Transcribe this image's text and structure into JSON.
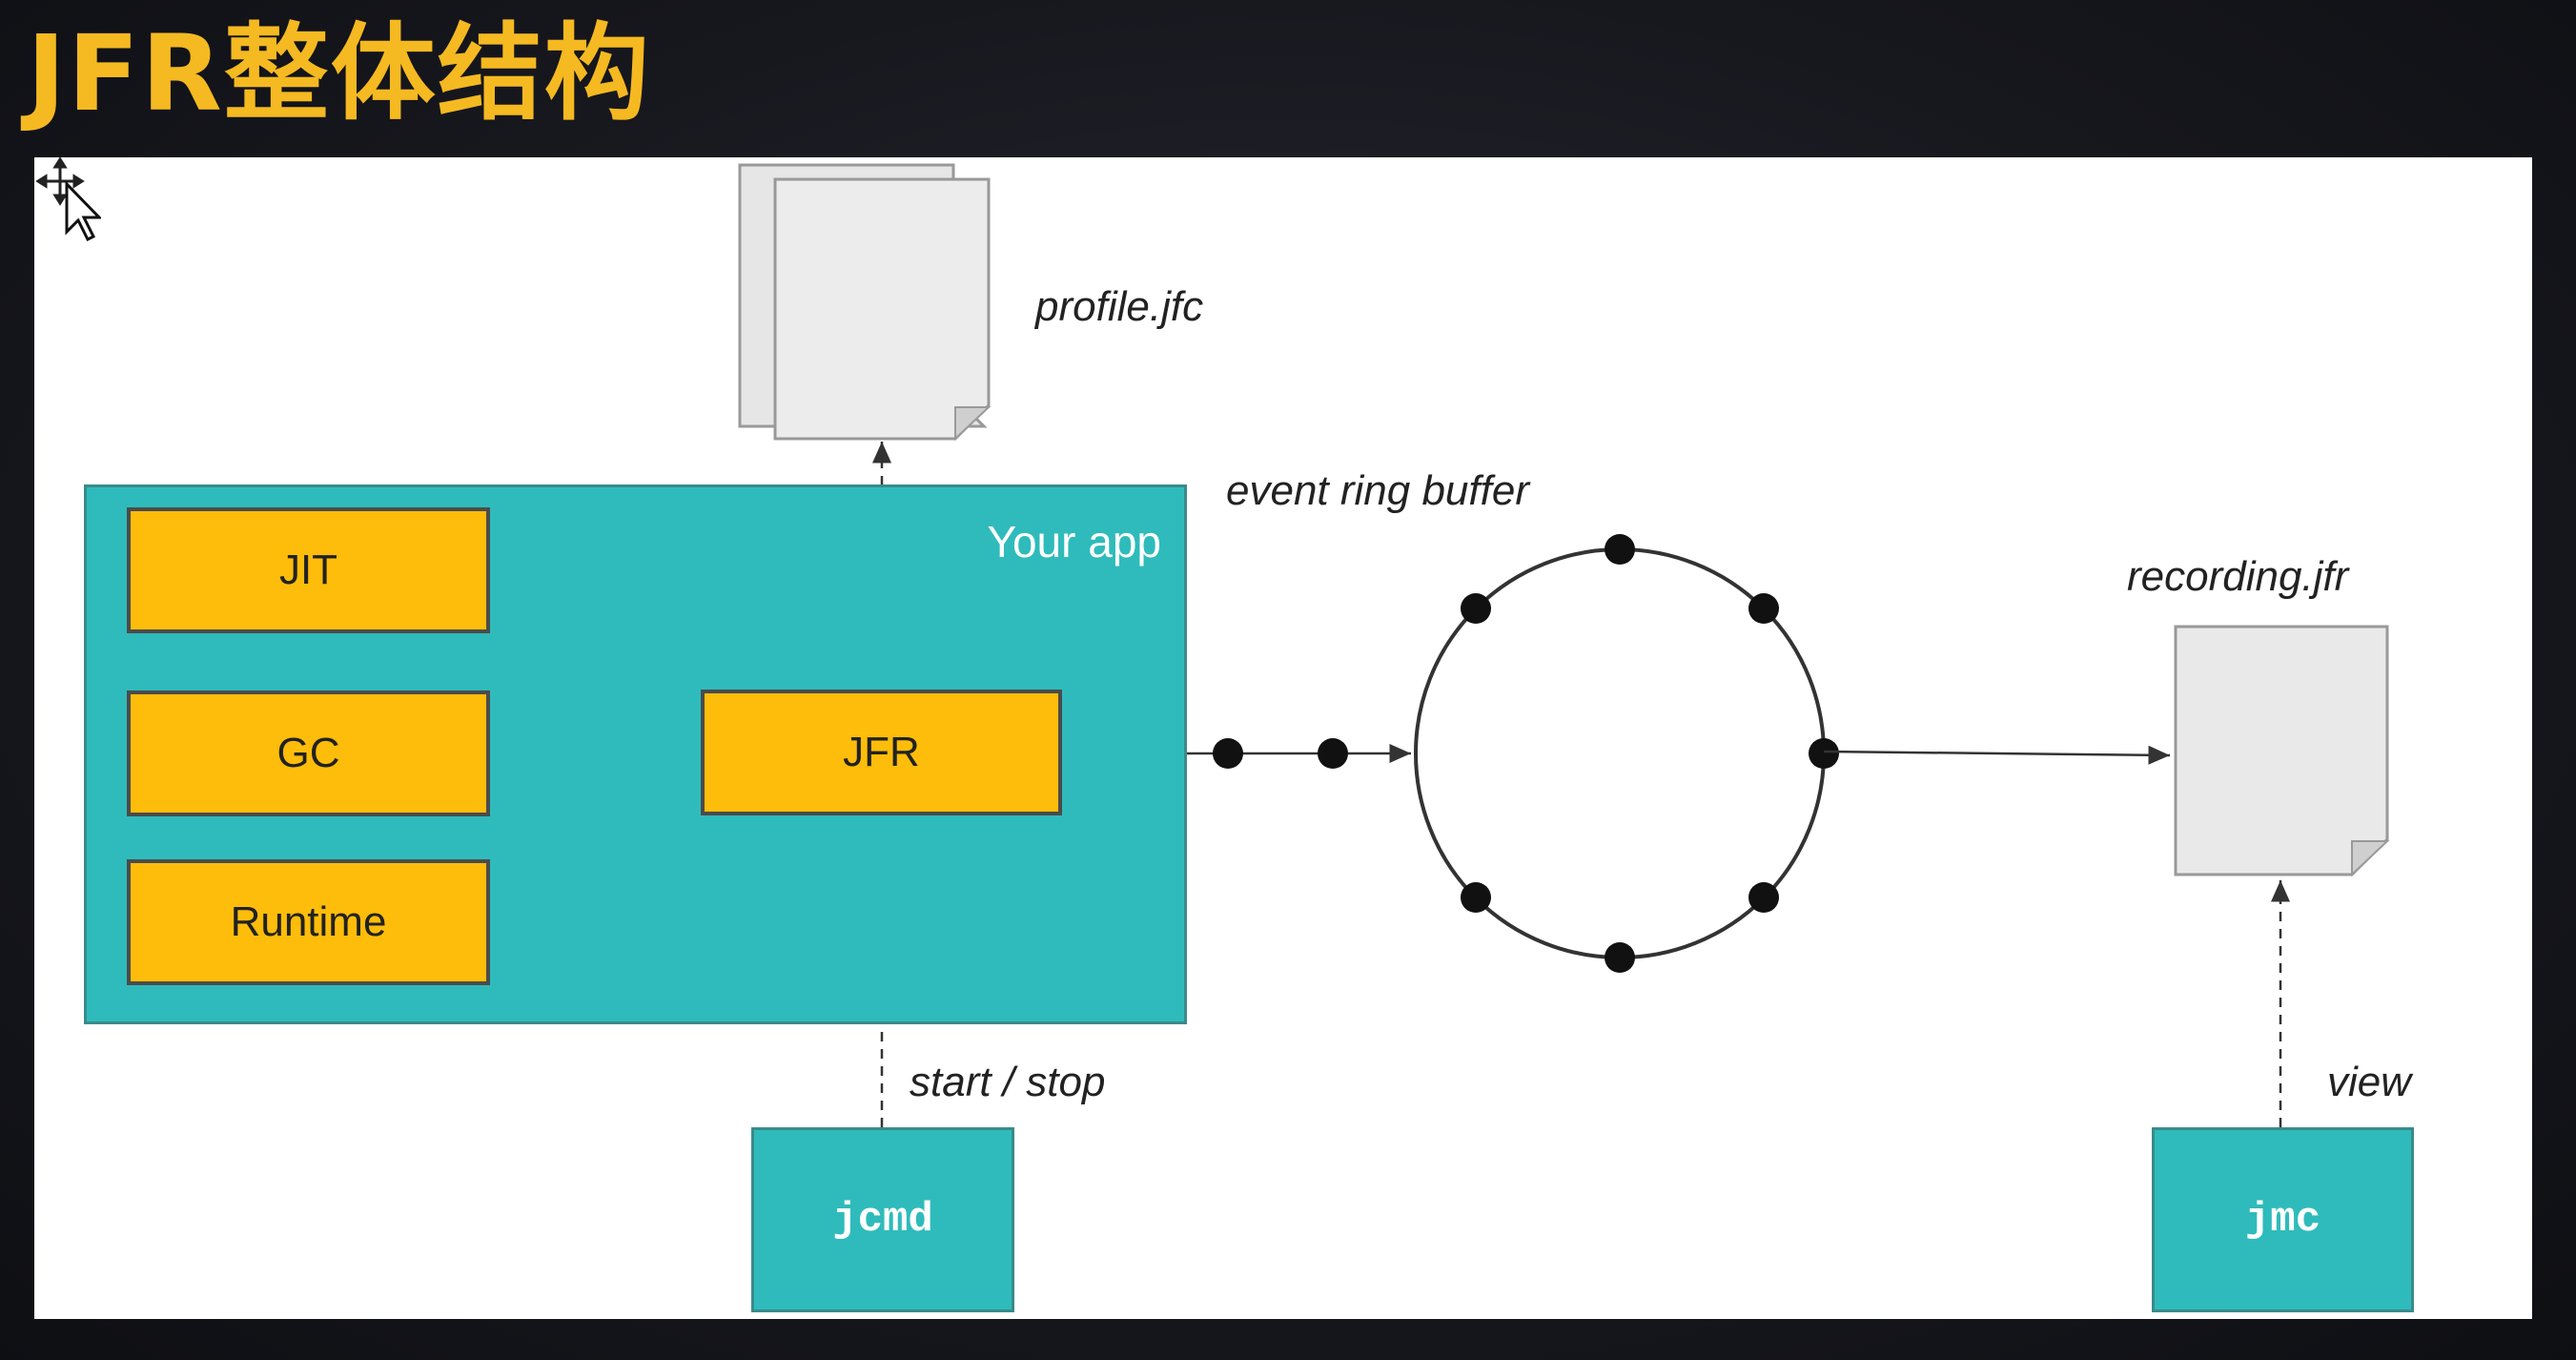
{
  "title": "JFR整体结构",
  "diagram": {
    "config_file": "profile.jfc",
    "app_label": "Your app",
    "components": [
      "JIT",
      "GC",
      "Runtime"
    ],
    "recorder": "JFR",
    "buffer_label": "event ring buffer",
    "output_file": "recording.jfr",
    "control_tool": "jcmd",
    "control_action": "start / stop",
    "viewer_tool": "jmc",
    "viewer_action": "view"
  },
  "colors": {
    "title": "#f5b921",
    "app_box": "#2fbbbb",
    "component_box": "#fdbd0a",
    "document": "#e9e9e9"
  }
}
